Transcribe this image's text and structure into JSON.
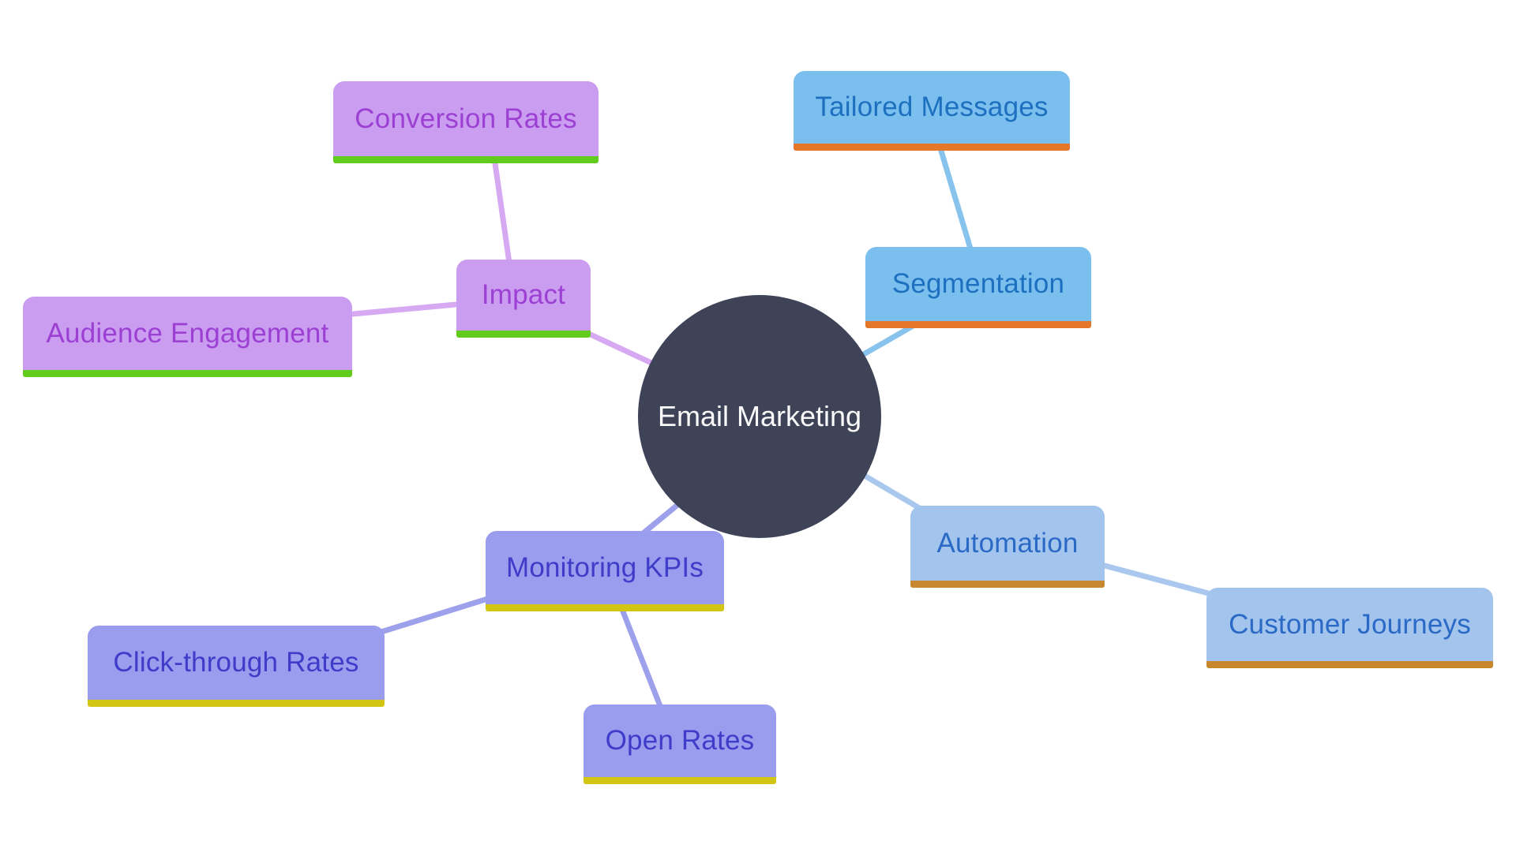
{
  "diagram": {
    "type": "mind-map",
    "center": {
      "label": "Email Marketing",
      "fill": "#3f4358",
      "text_color": "#fafafa"
    },
    "branches": {
      "impact": {
        "box_fill": "#cb9df0",
        "text_color": "#9c40d4",
        "underline_color": "#62cc1e",
        "line_color": "#d6a9f2",
        "nodes": {
          "impact": "Impact",
          "conversion_rates": "Conversion Rates",
          "audience_engagement": "Audience Engagement"
        }
      },
      "segmentation": {
        "box_fill": "#7bbfee",
        "text_color": "#1d70c0",
        "underline_color": "#e5772b",
        "line_color": "#88c3ee",
        "nodes": {
          "segmentation": "Segmentation",
          "tailored_messages": "Tailored Messages"
        }
      },
      "automation": {
        "box_fill": "#a3c4ec",
        "text_color": "#2a6ac6",
        "underline_color": "#c6872f",
        "line_color": "#aac8ed",
        "nodes": {
          "automation": "Automation",
          "customer_journeys": "Customer Journeys"
        }
      },
      "monitoring": {
        "box_fill": "#9a9ced",
        "text_color": "#3e3cc9",
        "underline_color": "#d3c513",
        "line_color": "#9da0ea",
        "nodes": {
          "monitoring_kpis": "Monitoring KPIs",
          "click_through_rates": "Click-through Rates",
          "open_rates": "Open Rates"
        }
      }
    },
    "edges": [
      {
        "from": "Email Marketing",
        "to": "Impact"
      },
      {
        "from": "Impact",
        "to": "Conversion Rates"
      },
      {
        "from": "Impact",
        "to": "Audience Engagement"
      },
      {
        "from": "Email Marketing",
        "to": "Segmentation"
      },
      {
        "from": "Segmentation",
        "to": "Tailored Messages"
      },
      {
        "from": "Email Marketing",
        "to": "Automation"
      },
      {
        "from": "Automation",
        "to": "Customer Journeys"
      },
      {
        "from": "Email Marketing",
        "to": "Monitoring KPIs"
      },
      {
        "from": "Monitoring KPIs",
        "to": "Click-through Rates"
      },
      {
        "from": "Monitoring KPIs",
        "to": "Open Rates"
      }
    ]
  }
}
